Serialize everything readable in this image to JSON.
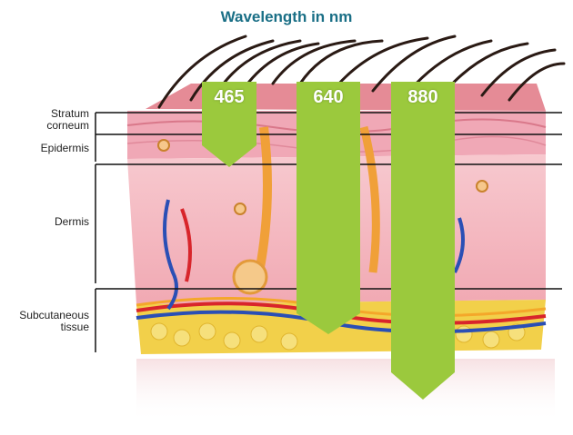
{
  "title": "Wavelength in nm",
  "layers": [
    {
      "label": "Stratum\ncorneum",
      "id": "stratum-corneum"
    },
    {
      "label": "Epidermis",
      "id": "epidermis"
    },
    {
      "label": "Dermis",
      "id": "dermis"
    },
    {
      "label": "Subcutaneous\ntissue",
      "id": "subcutaneous-tissue"
    }
  ],
  "wavelengths": [
    {
      "value": "465",
      "penetrates_to": "epidermis"
    },
    {
      "value": "640",
      "penetrates_to": "subcutaneous tissue"
    },
    {
      "value": "880",
      "penetrates_to": "below subcutaneous tissue"
    }
  ],
  "colors": {
    "title": "#1a6f86",
    "arrow": "#9bc93d",
    "skin": "#f3b9c0",
    "fat": "#f2d04a"
  }
}
